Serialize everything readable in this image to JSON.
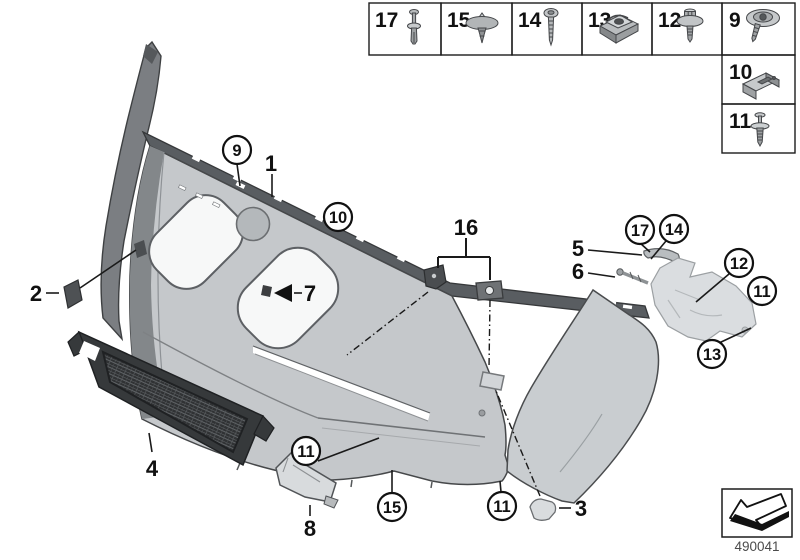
{
  "stamp": {
    "code": "490041",
    "icon": "installation-direction-arrow"
  },
  "colors": {
    "line": "#1a1a1a",
    "body_light": "#c5c8cb",
    "body_mid": "#9fa3a6",
    "body_dark": "#595d61",
    "mesh_dark": "#36393b",
    "background": "#ffffff"
  },
  "fastener_table": {
    "items": [
      {
        "id": "17",
        "icon": "blind-rivet-icon"
      },
      {
        "id": "15",
        "icon": "expanding-clip-icon"
      },
      {
        "id": "14",
        "icon": "tapping-screw-icon"
      },
      {
        "id": "13",
        "icon": "cage-nut-icon"
      },
      {
        "id": "12",
        "icon": "screw-with-washer-icon"
      },
      {
        "id": "9",
        "icon": "body-washer-screw-icon"
      },
      {
        "id": "10",
        "icon": "speed-clip-icon"
      },
      {
        "id": "11",
        "icon": "expansion-rivet-icon"
      }
    ]
  },
  "callouts": {
    "circled": [
      {
        "n": "9"
      },
      {
        "n": "10"
      },
      {
        "n": "17"
      },
      {
        "n": "14"
      },
      {
        "n": "12"
      },
      {
        "n": "11"
      },
      {
        "n": "13"
      },
      {
        "n": "11"
      },
      {
        "n": "15"
      },
      {
        "n": "11"
      }
    ],
    "plain": [
      {
        "n": "1"
      },
      {
        "n": "2"
      },
      {
        "n": "3"
      },
      {
        "n": "4"
      },
      {
        "n": "5"
      },
      {
        "n": "6"
      },
      {
        "n": "7"
      },
      {
        "n": "8"
      },
      {
        "n": "16"
      }
    ]
  }
}
